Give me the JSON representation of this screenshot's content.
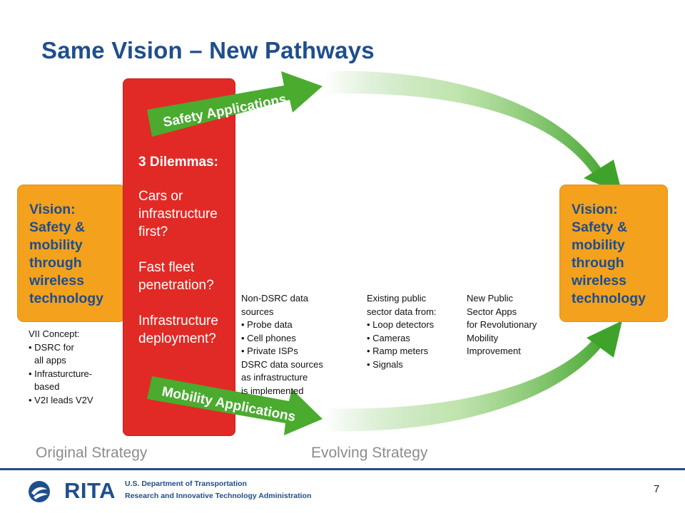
{
  "slide": {
    "title": "Same Vision – New Pathways",
    "page_number": "7"
  },
  "vision_left": {
    "lines": [
      "Vision:",
      "Safety &",
      "mobility",
      "through",
      "wireless",
      "technology"
    ]
  },
  "vision_right": {
    "lines": [
      "Vision:",
      "Safety &",
      "mobility",
      "through",
      "wireless",
      "technology"
    ]
  },
  "dilemmas": {
    "heading": "3 Dilemmas:",
    "items": [
      {
        "lines": [
          "Cars or",
          "infrastructure",
          "first?"
        ]
      },
      {
        "lines": [
          "Fast fleet",
          "penetration?"
        ]
      },
      {
        "lines": [
          "Infrastructure",
          "deployment?"
        ]
      }
    ]
  },
  "arrows": {
    "top_label": "Safety Applications",
    "bottom_label": "Mobility Applications"
  },
  "vii_concept": {
    "lines": [
      "VII Concept:",
      "• DSRC for",
      "  all apps",
      "• Infrasturcture-",
      "  based",
      "• V2I leads V2V"
    ]
  },
  "non_dsrc": {
    "lines": [
      "Non-DSRC data",
      "sources",
      "• Probe data",
      "• Cell phones",
      "• Private ISPs",
      "DSRC data sources",
      "as infrastructure",
      "is implemented"
    ]
  },
  "existing_public": {
    "lines": [
      "Existing public",
      "sector data from:",
      "• Loop detectors",
      "• Cameras",
      "• Ramp meters",
      "• Signals"
    ]
  },
  "new_public": {
    "lines": [
      "New Public",
      "Sector Apps",
      "for Revolutionary",
      "Mobility",
      "Improvement"
    ]
  },
  "strategies": {
    "original": "Original Strategy",
    "evolving": "Evolving Strategy"
  },
  "footer": {
    "logo_text": "RITA",
    "org_line1": "U.S. Department of Transportation",
    "org_line2": "Research and Innovative Technology Administration"
  },
  "colors": {
    "title_blue": "#1f4e8c",
    "vision_orange": "#f4a11d",
    "dilemma_red": "#e12a25",
    "arrow_green": "#4aab2f"
  }
}
